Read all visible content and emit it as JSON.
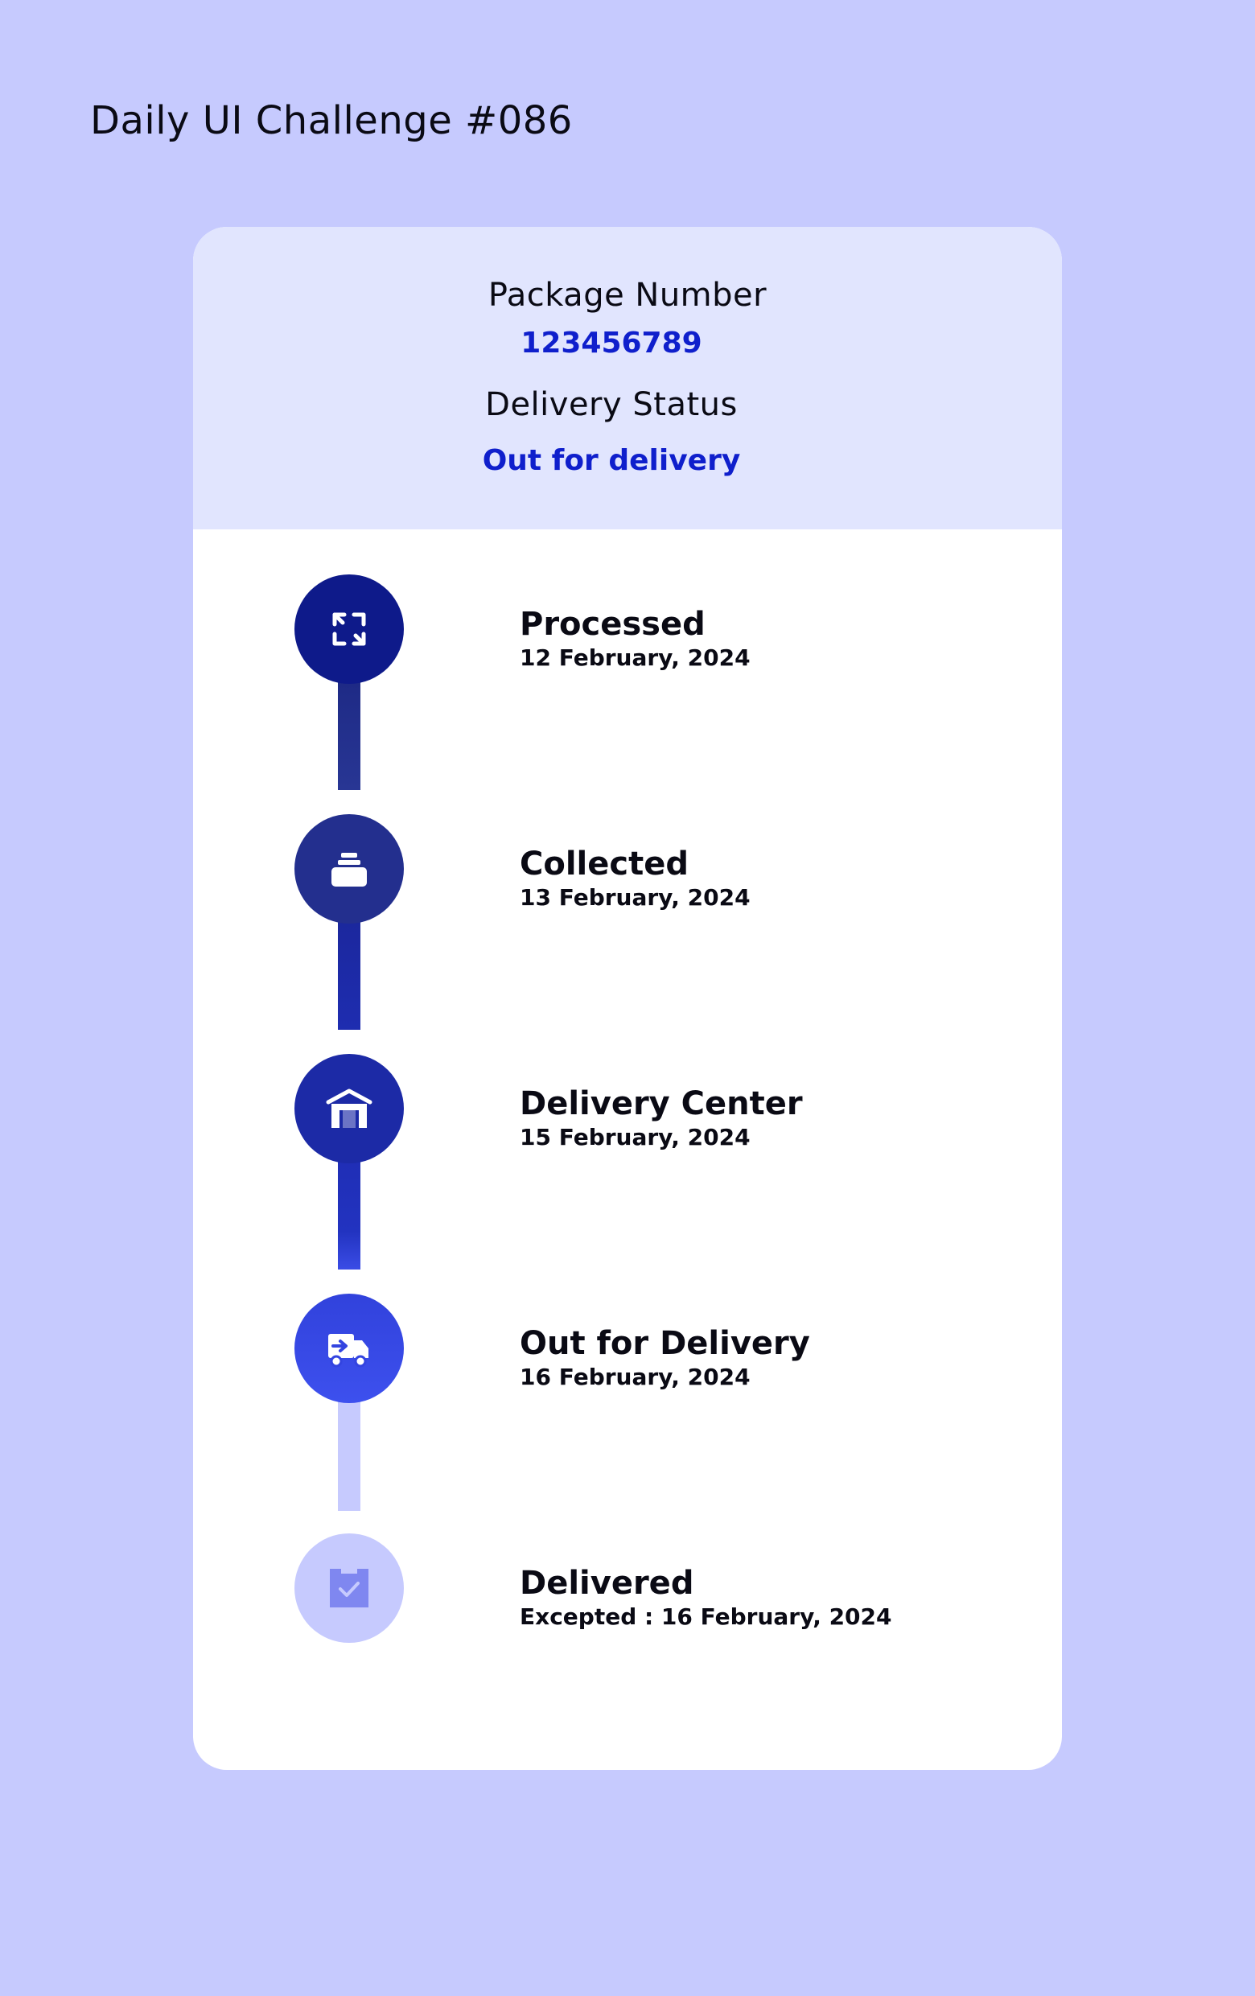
{
  "page": {
    "title": "Daily UI Challenge #086"
  },
  "package": {
    "number_label": "Package Number",
    "number_value": "123456789",
    "status_label": "Delivery Status",
    "status_value": "Out for delivery"
  },
  "timeline": {
    "steps": [
      {
        "title": "Processed",
        "date": "12 February, 2024",
        "icon": "processing-arrows-icon",
        "state": "done"
      },
      {
        "title": "Collected",
        "date": "13 February, 2024",
        "icon": "package-stack-icon",
        "state": "done"
      },
      {
        "title": "Delivery Center",
        "date": "15 February, 2024",
        "icon": "warehouse-icon",
        "state": "done"
      },
      {
        "title": "Out for Delivery",
        "date": "16 February, 2024",
        "icon": "delivery-truck-icon",
        "state": "current"
      },
      {
        "title": "Delivered",
        "date": "Excepted : 16 February, 2024",
        "icon": "clipboard-check-icon",
        "state": "pending"
      }
    ]
  },
  "colors": {
    "background": "#c6cafe",
    "header_background": "#e1e5fe",
    "accent_text": "#0f1fcc",
    "step_processed": "#0e1a8a",
    "step_collected": "#232f8e",
    "step_center": "#1c2aa6",
    "step_current": "#3344e0",
    "step_pending": "#c6cafe",
    "pending_icon": "#7f87f0"
  }
}
